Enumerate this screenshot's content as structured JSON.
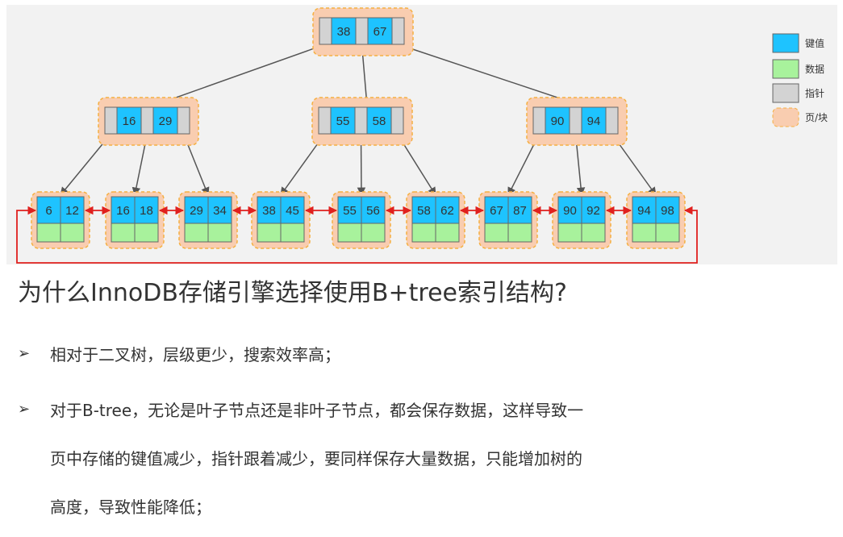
{
  "heading": "为什么InnoDB存储引擎选择使用B+tree索引结构?",
  "bullets": [
    {
      "marker": "➢",
      "lines": [
        "相对于二叉树，层级更少，搜索效率高；"
      ]
    },
    {
      "marker": "➢",
      "lines": [
        "对于B-tree，无论是叶子节点还是非叶子节点，都会保存数据，这样导致一",
        "页中存储的键值减少，指针跟着减少，要同样保存大量数据，只能增加树的",
        "高度，导致性能降低；"
      ]
    }
  ],
  "legend": [
    {
      "label": "键值",
      "color": "#1ec3ff"
    },
    {
      "label": "数据",
      "color": "#a8f29c"
    },
    {
      "label": "指针",
      "color": "#d3d3d3"
    },
    {
      "label": "页/块",
      "color": "#f9cdb0"
    }
  ],
  "colors": {
    "key": "#1ec3ff",
    "data": "#a8f29c",
    "pointer": "#d3d3d3",
    "page": "#f9cdb0",
    "page_border": "#f5b042",
    "edge": "#555555",
    "link": "#e0201e"
  },
  "tree": {
    "root": [
      "38",
      "67"
    ],
    "internal": [
      [
        "16",
        "29"
      ],
      [
        "55",
        "58"
      ],
      [
        "90",
        "94"
      ]
    ],
    "leaves": [
      [
        "6",
        "12"
      ],
      [
        "16",
        "18"
      ],
      [
        "29",
        "34"
      ],
      [
        "38",
        "45"
      ],
      [
        "55",
        "56"
      ],
      [
        "58",
        "62"
      ],
      [
        "67",
        "87"
      ],
      [
        "90",
        "92"
      ],
      [
        "94",
        "98"
      ]
    ]
  }
}
